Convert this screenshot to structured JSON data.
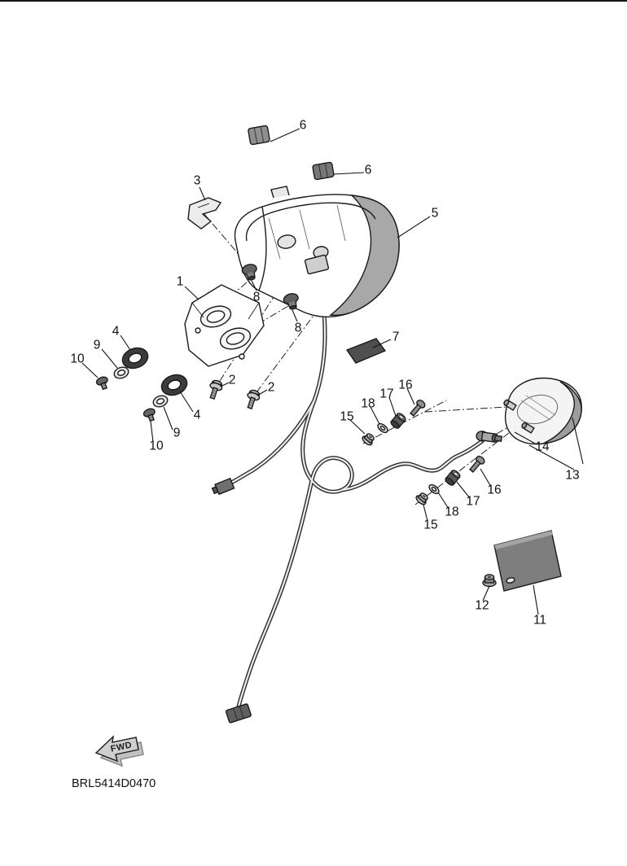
{
  "diagram": {
    "code": "BRL5414D0470",
    "fwd_label": "FWD",
    "background": "#ffffff",
    "line_color": "#1a1a1a"
  },
  "callouts": [
    {
      "label": "6"
    },
    {
      "label": "6"
    },
    {
      "label": "3"
    },
    {
      "label": "5"
    },
    {
      "label": "1"
    },
    {
      "label": "8"
    },
    {
      "label": "8"
    },
    {
      "label": "4"
    },
    {
      "label": "9"
    },
    {
      "label": "10"
    },
    {
      "label": "2"
    },
    {
      "label": "2"
    },
    {
      "label": "7"
    },
    {
      "label": "4"
    },
    {
      "label": "9"
    },
    {
      "label": "10"
    },
    {
      "label": "15"
    },
    {
      "label": "18"
    },
    {
      "label": "17"
    },
    {
      "label": "16"
    },
    {
      "label": "14"
    },
    {
      "label": "13"
    },
    {
      "label": "16"
    },
    {
      "label": "17"
    },
    {
      "label": "18"
    },
    {
      "label": "15"
    },
    {
      "label": "12"
    },
    {
      "label": "11"
    }
  ]
}
